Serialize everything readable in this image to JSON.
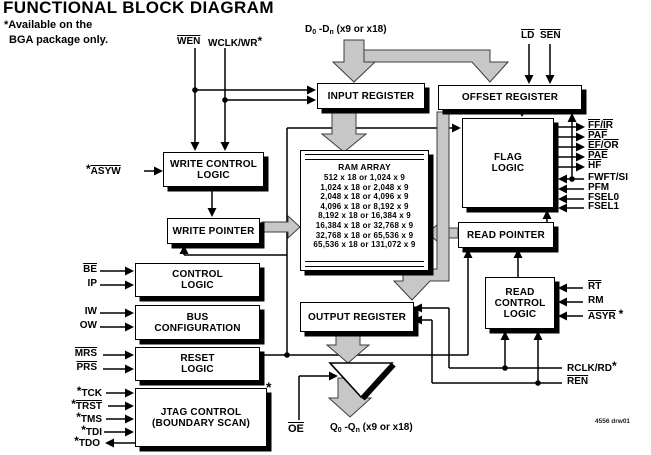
{
  "header": {
    "title": "FUNCTIONAL BLOCK DIAGRAM",
    "note1": "*Available on the",
    "note2": "BGA package only.",
    "footnote": "4556 drw01"
  },
  "boxes": {
    "input_register": "INPUT REGISTER",
    "offset_register": "OFFSET REGISTER",
    "write_control_l1": "WRITE CONTROL",
    "write_control_l2": "LOGIC",
    "write_pointer": "WRITE POINTER",
    "flag_l1": "FLAG",
    "flag_l2": "LOGIC",
    "read_pointer": "READ POINTER",
    "read_control_l1": "READ",
    "read_control_l2": "CONTROL",
    "read_control_l3": "LOGIC",
    "control_l1": "CONTROL",
    "control_l2": "LOGIC",
    "bus_l1": "BUS",
    "bus_l2": "CONFIGURATION",
    "reset_l1": "RESET",
    "reset_l2": "LOGIC",
    "jtag_l1": "JTAG CONTROL",
    "jtag_l2": "(BOUNDARY SCAN)",
    "output_register": "OUTPUT REGISTER"
  },
  "ram": {
    "title": "RAM ARRAY",
    "rows": [
      "512 x 18 or 1,024 x 9",
      "1,024 x 18 or 2,048 x 9",
      "2,048 x 18 or 4,096 x 9",
      "4,096 x 18 or 8,192 x 9",
      "8,192 x 18 or 16,384 x 9",
      "16,384 x 18 or 32,768 x 9",
      "32,768 x 18 or 65,536 x 9",
      "65,536 x 18 or 131,072 x 9"
    ]
  },
  "signals": {
    "star": "*",
    "slash": "/",
    "wen": "WEN",
    "wclk": "WCLK/WR",
    "d1": "D",
    "d1sub": "0",
    "d2": " -D",
    "d2sub": "n",
    "dsuf": " (x9 or x18)",
    "ld": "LD",
    "sen": "SEN",
    "asyw": "ASYW",
    "be": "BE",
    "ip": "IP",
    "iw": "IW",
    "ow": "OW",
    "mrs": "MRS",
    "prs": "PRS",
    "tck": "TCK",
    "trst": "TRST",
    "tms": "TMS",
    "tdi": "TDI",
    "tdo": "TDO",
    "ff": "FF",
    "ir": "IR",
    "paf": "PAF",
    "ef": "EF",
    "or": "OR",
    "pae": "PAE",
    "hf": "HF",
    "fwft": "FWFT/SI",
    "pfm": "PFM",
    "fsel0": "FSEL0",
    "fsel1": "FSEL1",
    "rt": "RT",
    "rm": "RM",
    "asyr": "ASYR",
    "rclk": "RCLK/RD",
    "ren": "REN",
    "oe": "OE",
    "q1": "Q",
    "q1sub": "0",
    "q2": " -Q",
    "q2sub": "n",
    "qsuf": " (x9 or x18)"
  }
}
